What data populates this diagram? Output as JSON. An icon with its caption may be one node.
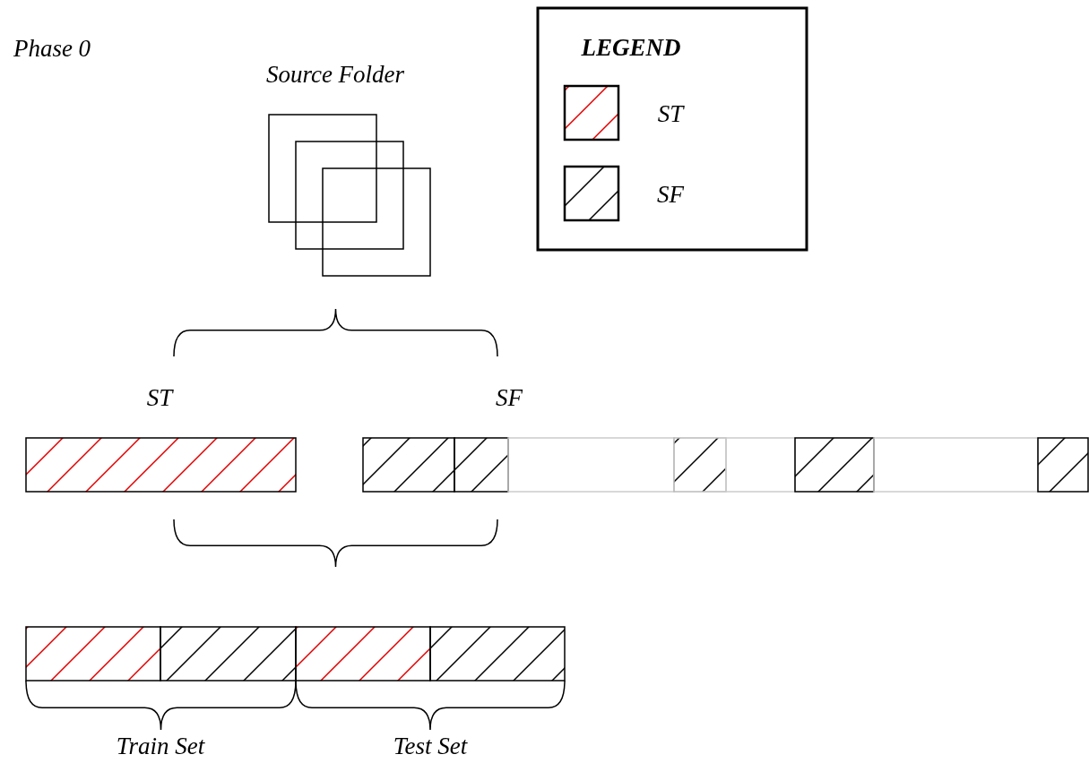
{
  "diagram": {
    "labels": [
      "Phase 0",
      "Source Folder",
      "ST",
      "SF",
      "Train Set",
      "Test Set",
      "LEGEND"
    ],
    "legend": [
      {
        "text": "ST"
      },
      {
        "text": "SF"
      }
    ]
  }
}
